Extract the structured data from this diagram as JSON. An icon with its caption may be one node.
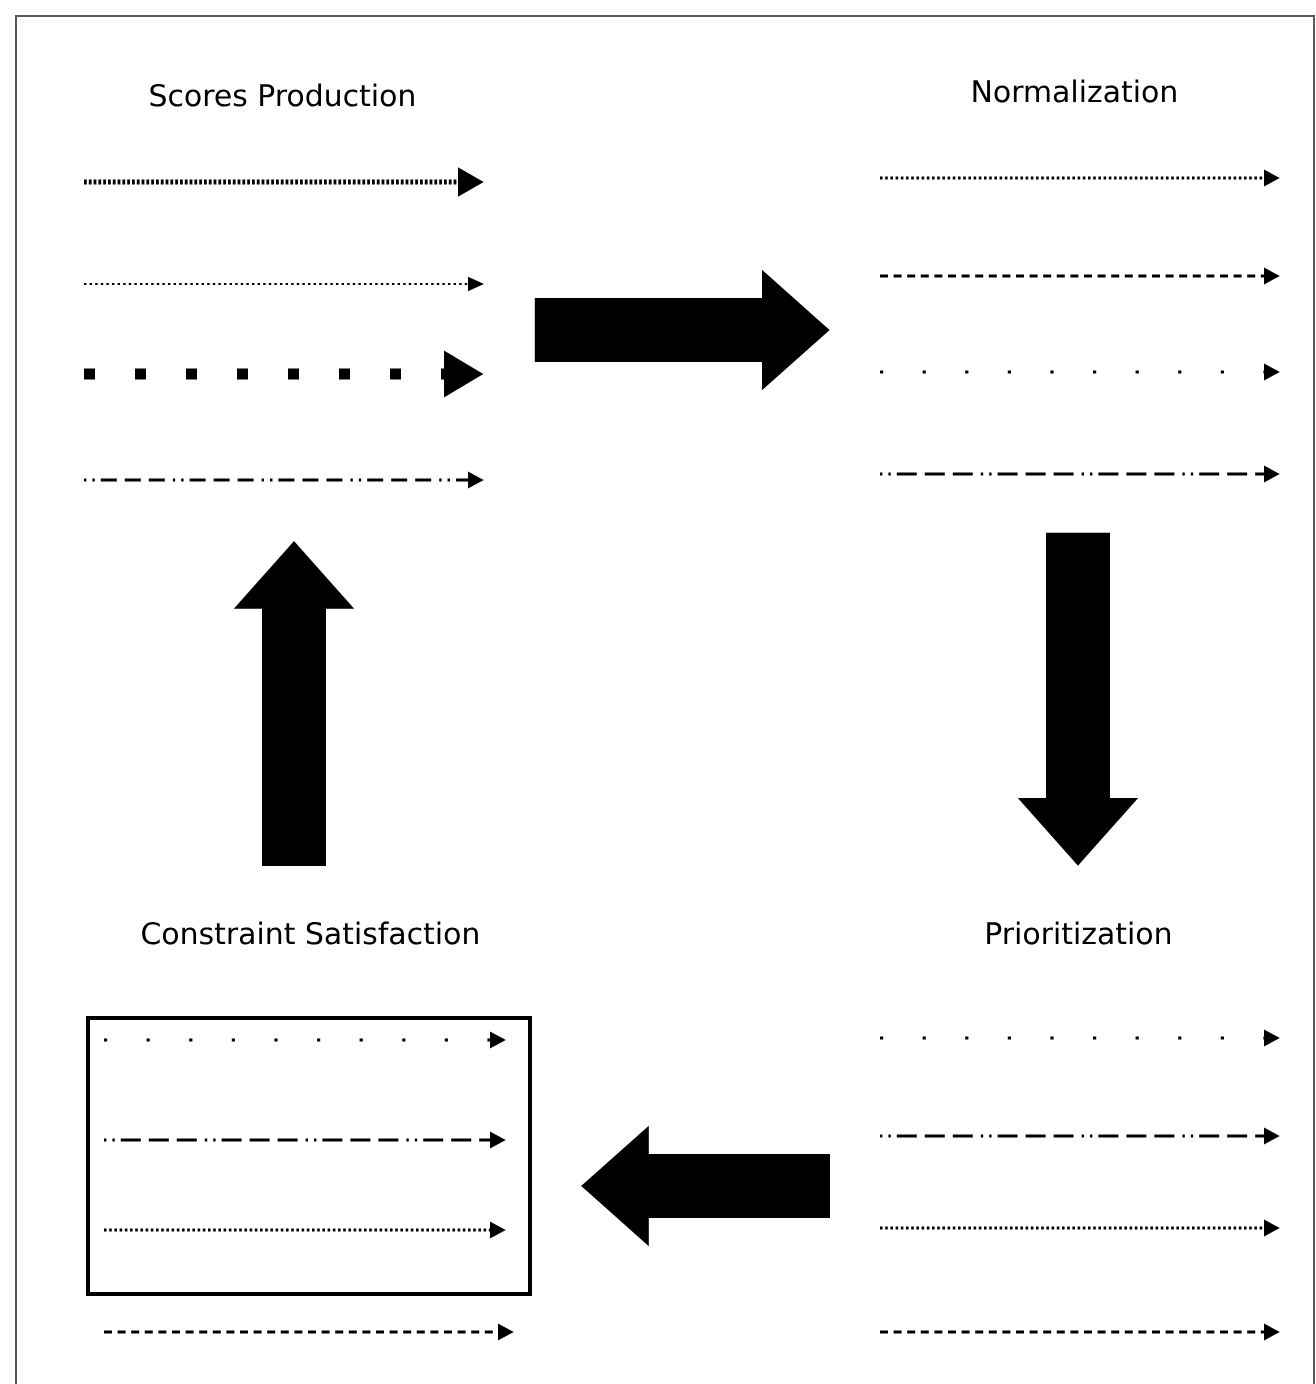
{
  "diagram": {
    "nodes": [
      {
        "text": [
          "Scores Production"
        ]
      },
      {
        "text": [
          "Normalization"
        ]
      },
      {
        "text": [
          "Prioritization"
        ]
      },
      {
        "text": [
          "Constraint Satisfaction"
        ]
      }
    ],
    "edges": [
      {
        "from": 0,
        "to": 1,
        "arrow": "to"
      },
      {
        "from": 1,
        "to": 2,
        "arrow": "to"
      },
      {
        "from": 2,
        "to": 3,
        "arrow": "to"
      },
      {
        "from": 3,
        "to": 0,
        "arrow": "to"
      }
    ]
  }
}
